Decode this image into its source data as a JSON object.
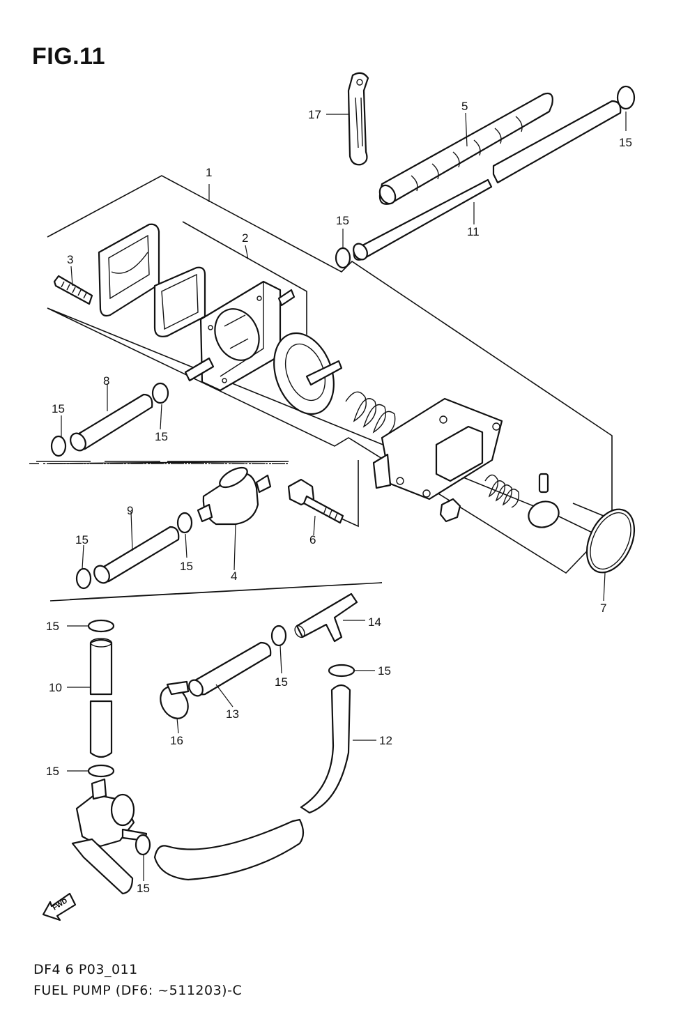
{
  "figure": {
    "title": "FIG.11",
    "code": "DF4 6 P03_011",
    "caption": "FUEL PUMP (DF6: ~511203)-C",
    "fwd_label": "FWD"
  },
  "callouts": [
    {
      "id": "c1",
      "label": "1"
    },
    {
      "id": "c2",
      "label": "2"
    },
    {
      "id": "c3",
      "label": "3"
    },
    {
      "id": "c4",
      "label": "4"
    },
    {
      "id": "c5",
      "label": "5"
    },
    {
      "id": "c6",
      "label": "6"
    },
    {
      "id": "c7",
      "label": "7"
    },
    {
      "id": "c8",
      "label": "8"
    },
    {
      "id": "c9",
      "label": "9"
    },
    {
      "id": "c10",
      "label": "10"
    },
    {
      "id": "c11",
      "label": "11"
    },
    {
      "id": "c12",
      "label": "12"
    },
    {
      "id": "c13",
      "label": "13"
    },
    {
      "id": "c14",
      "label": "14"
    },
    {
      "id": "c15a",
      "label": "15"
    },
    {
      "id": "c15b",
      "label": "15"
    },
    {
      "id": "c15c",
      "label": "15"
    },
    {
      "id": "c15d",
      "label": "15"
    },
    {
      "id": "c15e",
      "label": "15"
    },
    {
      "id": "c15f",
      "label": "15"
    },
    {
      "id": "c15g",
      "label": "15"
    },
    {
      "id": "c15h",
      "label": "15"
    },
    {
      "id": "c15i",
      "label": "15"
    },
    {
      "id": "c15j",
      "label": "15"
    },
    {
      "id": "c15k",
      "label": "15"
    },
    {
      "id": "c16",
      "label": "16"
    },
    {
      "id": "c17",
      "label": "17"
    }
  ]
}
